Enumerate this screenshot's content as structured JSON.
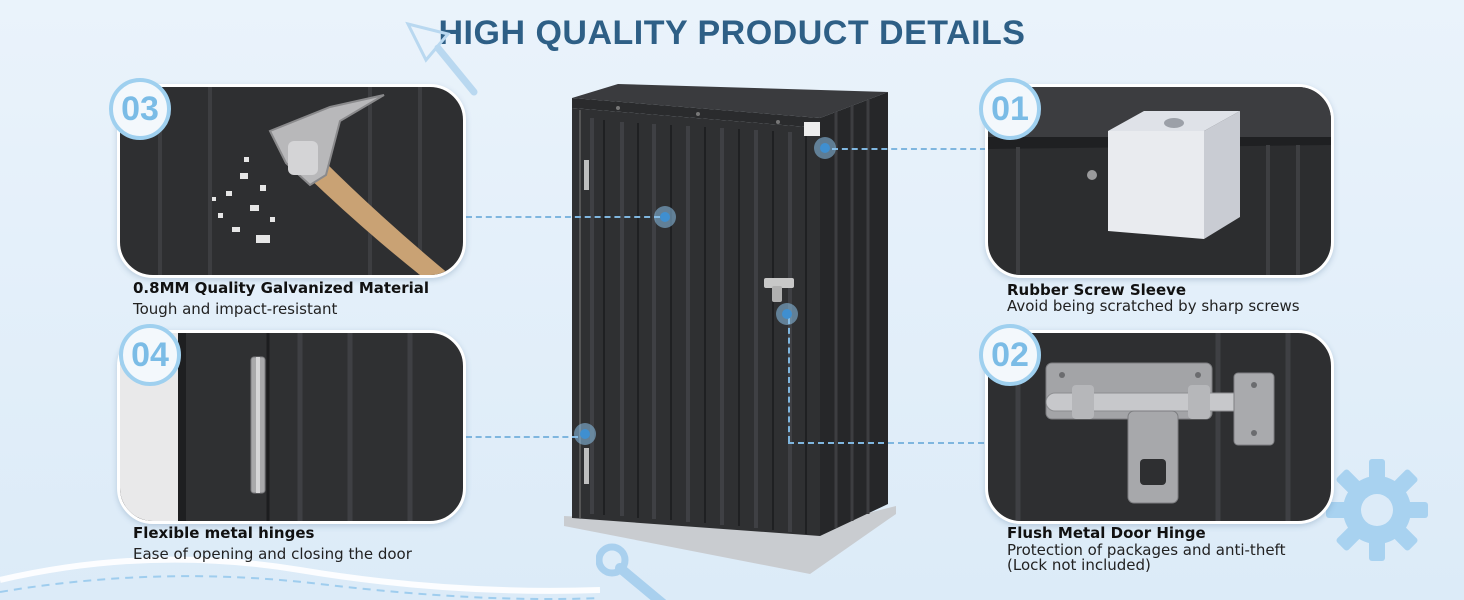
{
  "header": {
    "title": "HIGH QUALITY PRODUCT DETAILS"
  },
  "features": [
    {
      "number": "03",
      "title": "0.8MM Quality Galvanized Material",
      "subtitle": "Tough and impact-resistant",
      "icon": "hammer-icon"
    },
    {
      "number": "04",
      "title": "Flexible metal hinges",
      "subtitle": "Ease of opening and closing the door",
      "icon": "hinge-icon"
    },
    {
      "number": "01",
      "title": "Rubber Screw Sleeve",
      "subtitle": "Avoid being scratched by sharp screws",
      "icon": "screw-sleeve-icon"
    },
    {
      "number": "02",
      "title": "Flush Metal Door Hinge",
      "subtitle": "Protection of packages and anti-theft",
      "note": "(Lock not included)",
      "icon": "latch-icon"
    }
  ],
  "colors": {
    "title": "#2e5f86",
    "badge": "#7bbce6",
    "shed": "#2b2b2d",
    "accent_dot": "#3f8fd0"
  },
  "decorations": [
    "trowel-icon",
    "wrench-icon",
    "gear-icon"
  ]
}
